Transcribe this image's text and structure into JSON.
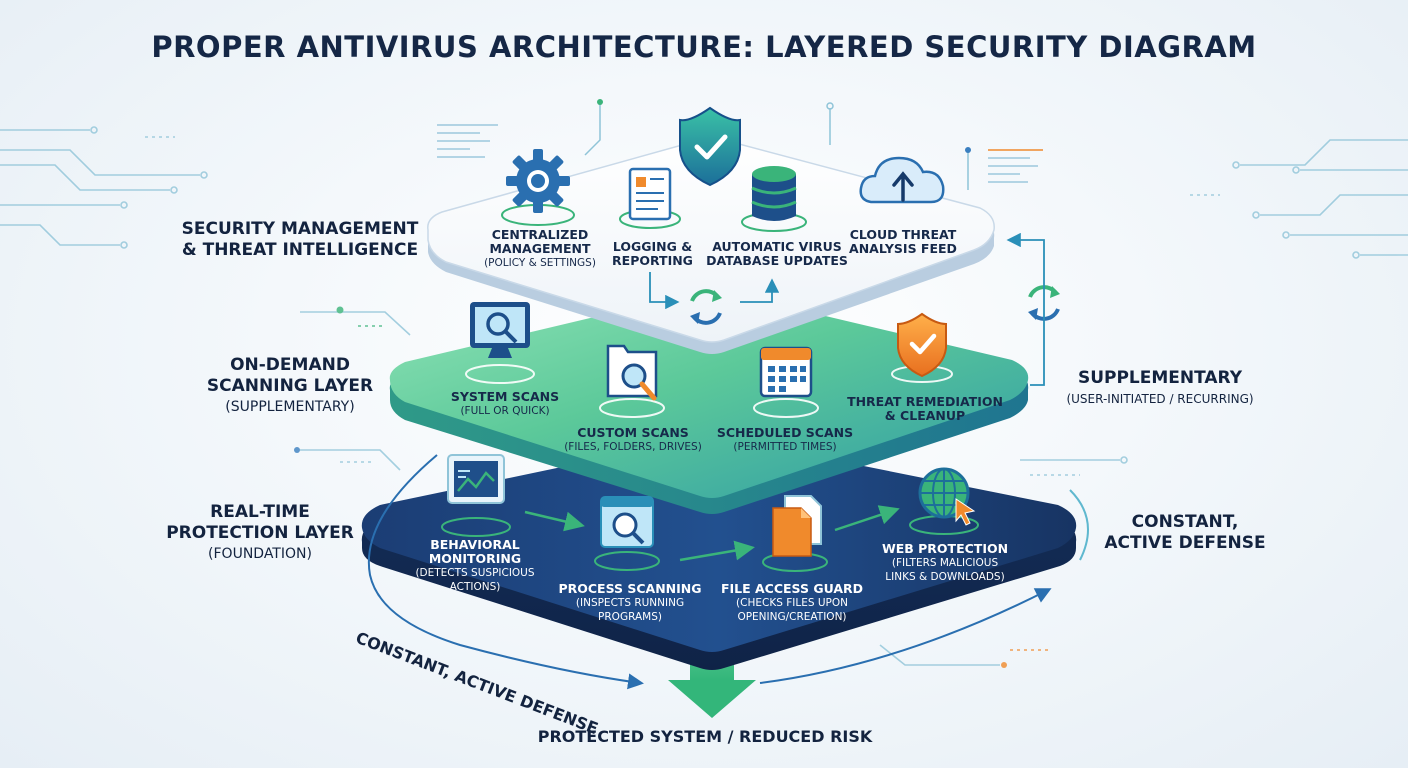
{
  "title": "PROPER ANTIVIRUS ARCHITECTURE: LAYERED SECURITY DIAGRAM",
  "layers": {
    "management": {
      "label_line1": "SECURITY MANAGEMENT",
      "label_line2": "& THREAT INTELLIGENCE",
      "items": [
        {
          "line1": "CENTRALIZED",
          "line2": "MANAGEMENT",
          "sub": "(POLICY & SETTINGS)",
          "icon": "gear-icon"
        },
        {
          "line1": "LOGGING &",
          "line2": "REPORTING",
          "icon": "document-icon"
        },
        {
          "line1": "AUTOMATIC VIRUS",
          "line2": "DATABASE UPDATES",
          "icon": "database-icon"
        },
        {
          "line1": "CLOUD THREAT",
          "line2": "ANALYSIS FEED",
          "icon": "cloud-upload-icon"
        }
      ],
      "top_icon": "shield-check-icon"
    },
    "on_demand": {
      "label_line1": "ON-DEMAND",
      "label_line2": "SCANNING LAYER",
      "label_sub": "(SUPPLEMENTARY)",
      "items": [
        {
          "line1": "SYSTEM SCANS",
          "sub": "(FULL OR QUICK)",
          "icon": "monitor-search-icon"
        },
        {
          "line1": "CUSTOM SCANS",
          "sub": "(FILES, FOLDERS, DRIVES)",
          "icon": "folder-search-icon"
        },
        {
          "line1": "SCHEDULED SCANS",
          "sub": "(PERMITTED TIMES)",
          "icon": "calendar-icon"
        },
        {
          "line1": "THREAT REMEDIATION",
          "line2": "& CLEANUP",
          "icon": "shield-check-orange-icon"
        }
      ]
    },
    "realtime": {
      "label_line1": "REAL-TIME",
      "label_line2": "PROTECTION LAYER",
      "label_sub": "(FOUNDATION)",
      "items": [
        {
          "line1": "BEHAVIORAL",
          "line2": "MONITORING",
          "sub1": "(DETECTS SUSPICIOUS",
          "sub2": "ACTIONS)",
          "icon": "chart-monitor-icon"
        },
        {
          "line1": "PROCESS SCANNING",
          "sub1": "(INSPECTS RUNNING",
          "sub2": "PROGRAMS)",
          "icon": "window-search-icon"
        },
        {
          "line1": "FILE ACCESS GUARD",
          "sub1": "(CHECKS FILES UPON",
          "sub2": "OPENING/CREATION)",
          "icon": "files-icon"
        },
        {
          "line1": "WEB PROTECTION",
          "sub1": "(FILTERS MALICIOUS",
          "sub2": "LINKS & DOWNLOADS)",
          "icon": "globe-cursor-icon"
        }
      ]
    }
  },
  "right_labels": {
    "supplementary_line1": "SUPPLEMENTARY",
    "supplementary_sub": "(USER-INITIATED / RECURRING)",
    "constant_line1": "CONSTANT,",
    "constant_line2": "ACTIVE DEFENSE"
  },
  "curved_label": "CONSTANT, ACTIVE DEFENSE",
  "bottom_label": "PROTECTED SYSTEM / REDUCED RISK",
  "colors": {
    "navy": "#1d3f75",
    "navy_dark": "#12284f",
    "green": "#5fcf9a",
    "teal": "#2d9aa6",
    "blue_accent": "#1f77b4",
    "orange": "#f08a2c",
    "arrow_green": "#3ab47a"
  }
}
